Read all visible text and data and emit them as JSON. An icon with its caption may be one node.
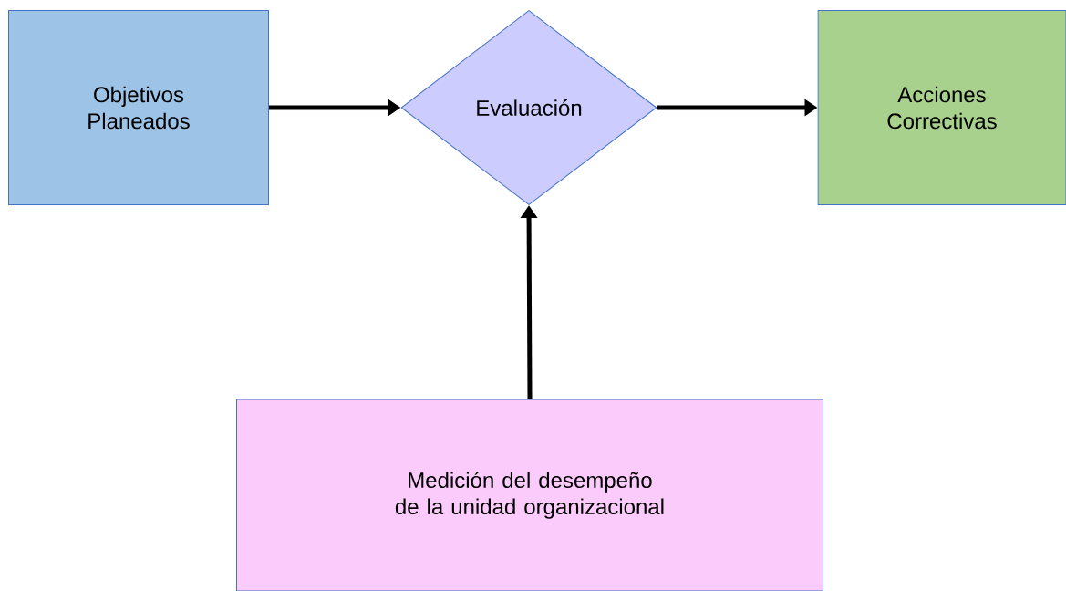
{
  "diagram": {
    "nodes": [
      {
        "text": [
          "Objetivos Planeados"
        ]
      },
      {
        "text": [
          "Evaluación"
        ]
      },
      {
        "text": [
          "Acciones Correctivas"
        ]
      },
      {
        "text": [
          "Medición del desempeño de la unidad organizacional"
        ]
      }
    ],
    "edges": [
      {
        "from": 0,
        "to": 1,
        "arrow": "to"
      },
      {
        "from": 1,
        "to": 2,
        "arrow": "to"
      },
      {
        "from": 3,
        "to": 1,
        "arrow": "to"
      }
    ]
  }
}
